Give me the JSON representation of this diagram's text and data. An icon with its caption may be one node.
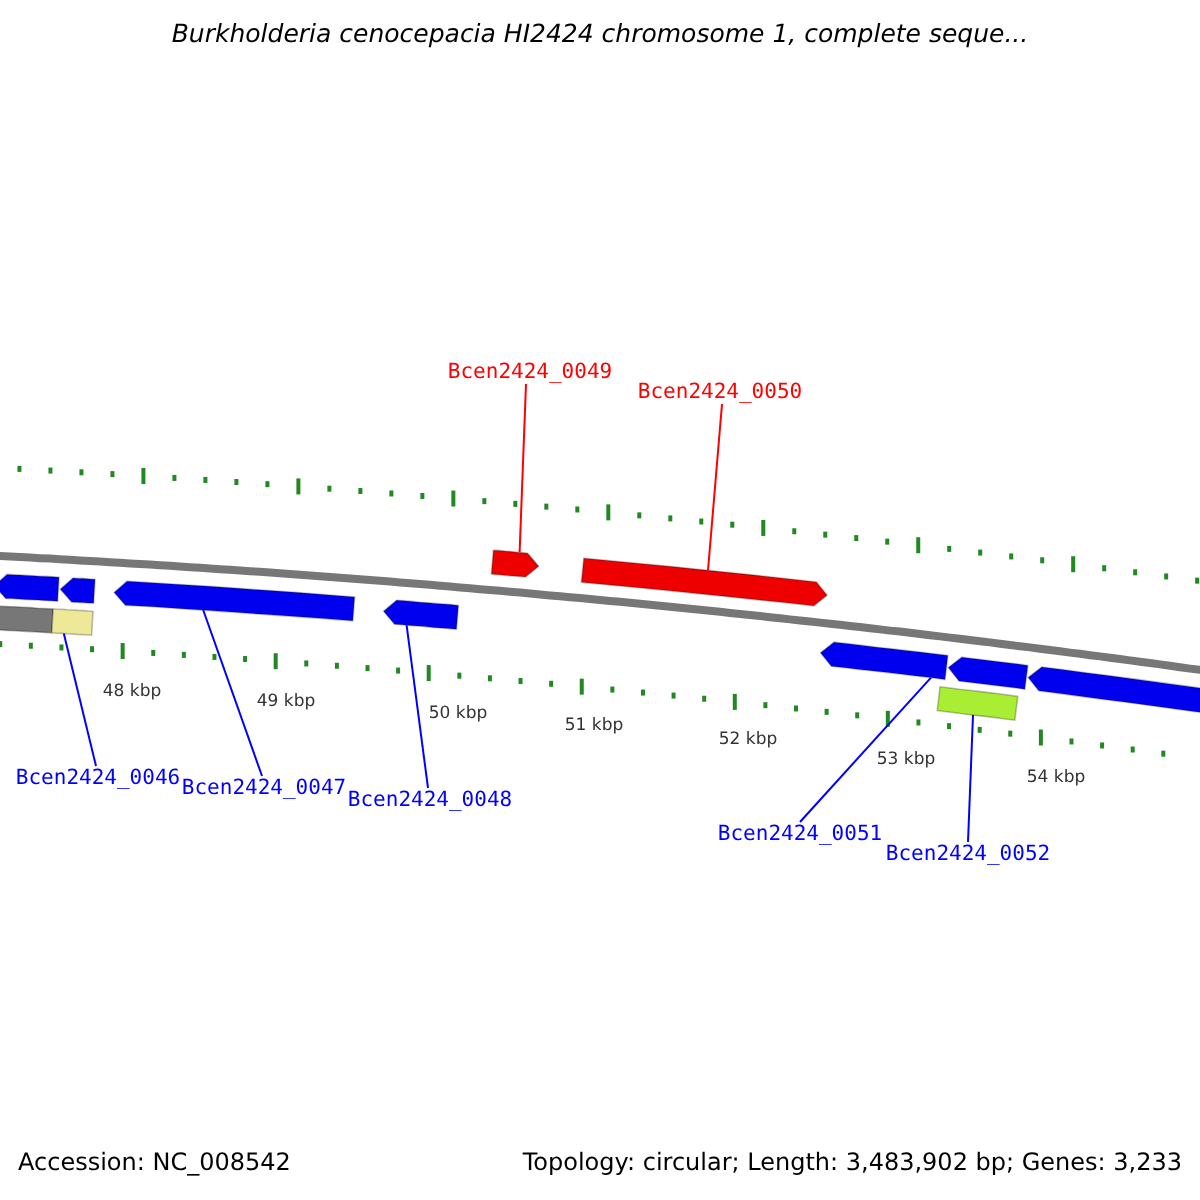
{
  "diagram": {
    "title": "Burkholderia cenocepacia HI2424 chromosome 1, complete seque...",
    "nodes": [
      {
        "text": [
          "Bcen2424_0049"
        ]
      },
      {
        "text": [
          "Bcen2424_0050"
        ]
      },
      {
        "text": [
          "Bcen2424_0046"
        ]
      },
      {
        "text": [
          "Bcen2424_0047"
        ]
      },
      {
        "text": [
          "Bcen2424_0048"
        ]
      },
      {
        "text": [
          "Bcen2424_0051"
        ]
      },
      {
        "text": [
          "Bcen2424_0052"
        ]
      },
      {
        "text": [],
        "shape": "bar"
      },
      {
        "text": [],
        "shape": "pentagon"
      },
      {
        "text": [],
        "shape": "bar"
      },
      {
        "text": [],
        "shape": "pentagon"
      },
      {
        "text": [],
        "shape": "pentagon"
      },
      {
        "text": [],
        "shape": "pentagon"
      },
      {
        "text": [],
        "shape": "pentagon"
      },
      {
        "text": [],
        "shape": "pentagon"
      },
      {
        "text": [],
        "shape": "pentagon"
      },
      {
        "text": [],
        "shape": "bar"
      },
      {
        "text": [],
        "shape": "pentagon"
      },
      {
        "text": [],
        "shape": "pentagon"
      }
    ],
    "edges": [
      {
        "from": 0,
        "to": 13,
        "arrow": "none",
        "color": "#ff0000"
      },
      {
        "from": 1,
        "to": 14,
        "arrow": "none",
        "color": "#ff0000"
      },
      {
        "from": 2,
        "to": 9,
        "arrow": "none"
      },
      {
        "from": 3,
        "to": 11,
        "arrow": "none"
      },
      {
        "from": 4,
        "to": 12,
        "arrow": "none"
      },
      {
        "from": 5,
        "to": 15,
        "arrow": "none"
      },
      {
        "from": 6,
        "to": 16,
        "arrow": "none"
      }
    ],
    "labels": [
      "48 kbp",
      "49 kbp",
      "50 kbp",
      "51 kbp",
      "52 kbp",
      "53 kbp",
      "54 kbp",
      "Accession: NC_008542",
      "Topology: circular; Length: 3,483,902 bp; Genes: 3,233"
    ]
  }
}
